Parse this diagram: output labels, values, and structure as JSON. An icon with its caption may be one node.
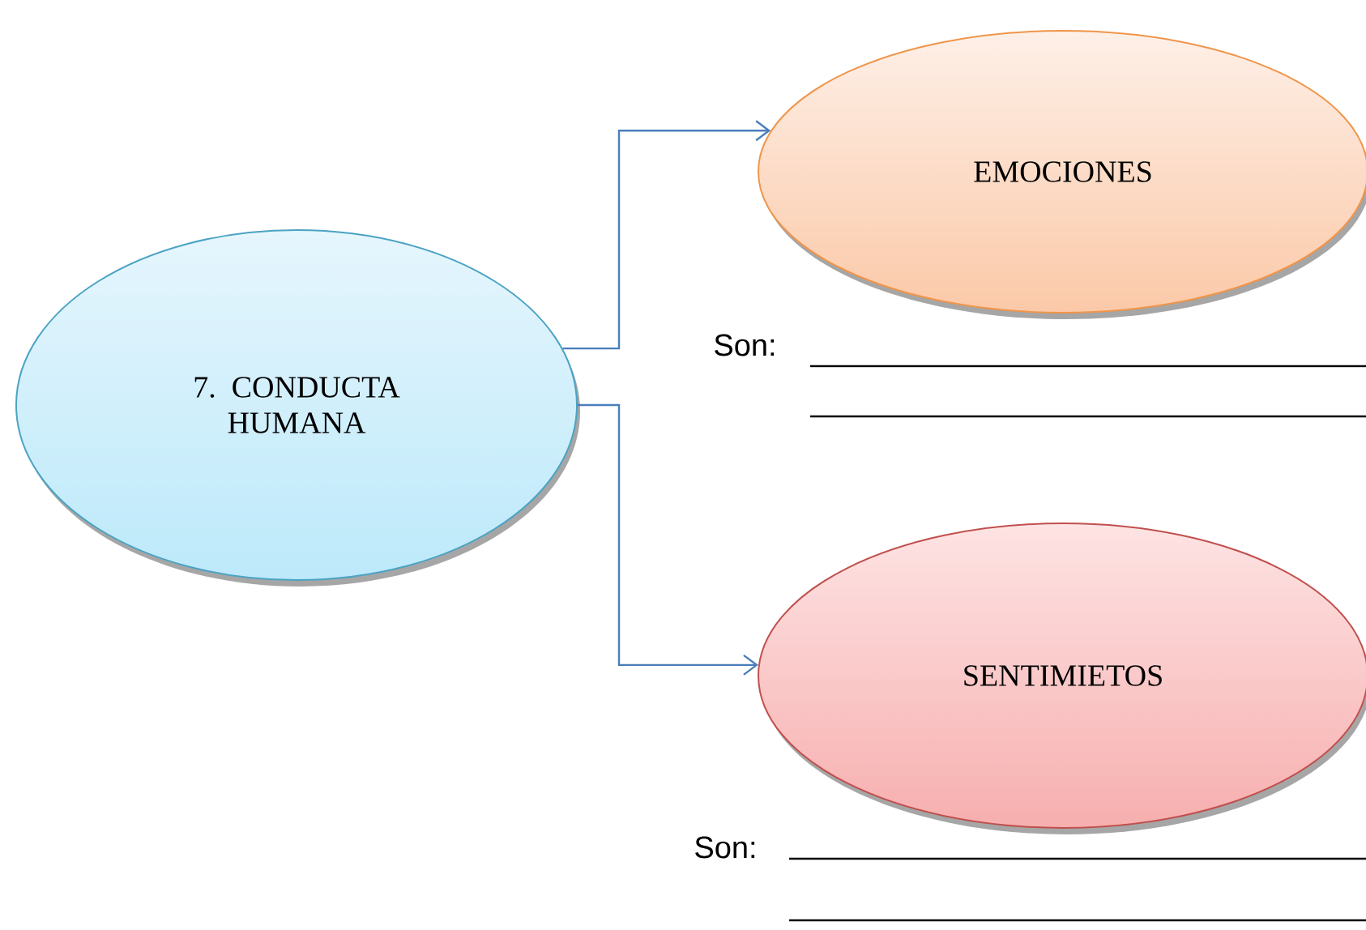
{
  "diagram": {
    "nodes": [
      {
        "text": [
          "7.  CONDUCTA HUMANA"
        ]
      },
      {
        "text": [
          "EMOCIONES"
        ]
      },
      {
        "text": [
          "SENTIMIETOS"
        ]
      }
    ],
    "edges": [
      {
        "from": 0,
        "to": 1,
        "arrow": "to"
      },
      {
        "from": 0,
        "to": 2,
        "arrow": "to"
      }
    ],
    "labels": [
      "Son:",
      "Son:"
    ]
  }
}
